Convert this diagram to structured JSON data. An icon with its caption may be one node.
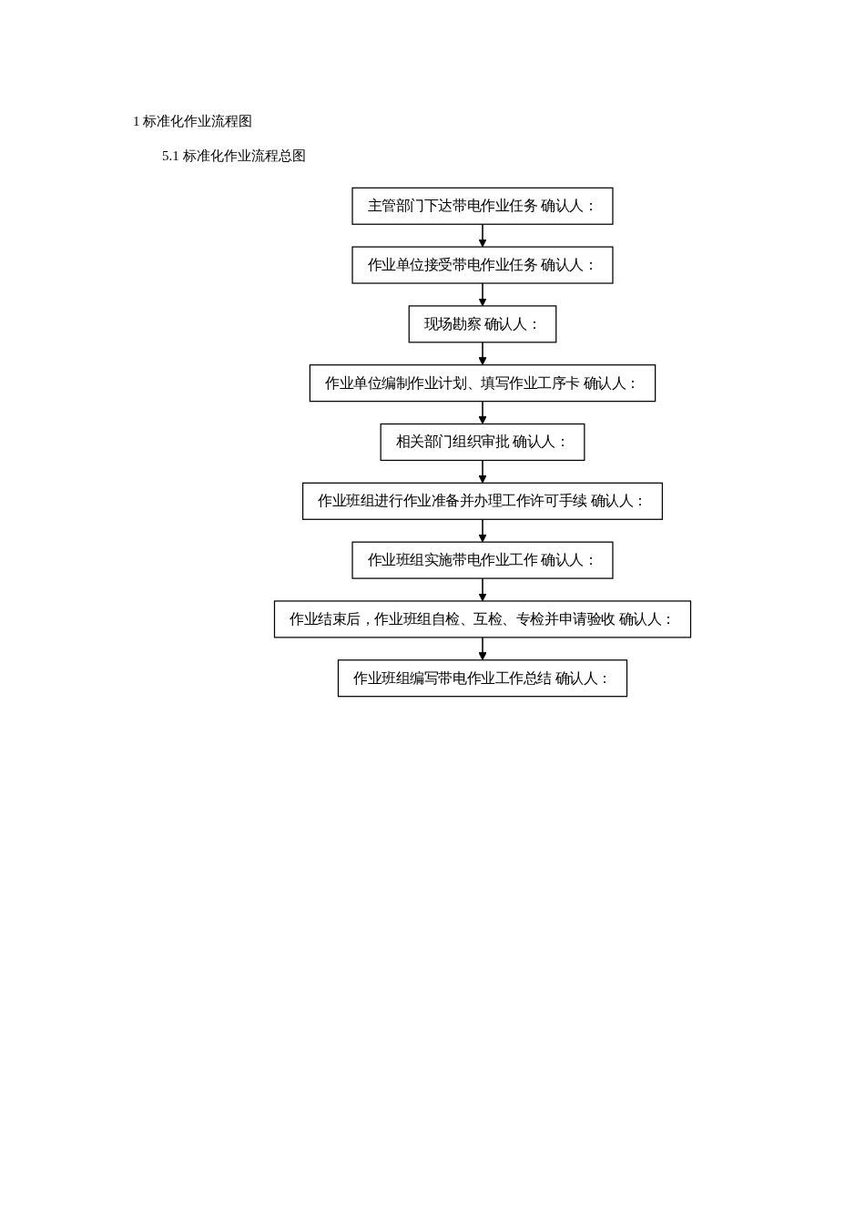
{
  "diagram": {
    "title": "1 标准化作业流程图",
    "nodes": [
      {
        "text": [
          "主管部门下达带电作业任务 确认人："
        ]
      },
      {
        "text": [
          "作业单位接受带电作业任务 确认人："
        ]
      },
      {
        "text": [
          "现场勘察 确认人："
        ]
      },
      {
        "text": [
          "作业单位编制作业计划、填写作业工序卡 确认人："
        ]
      },
      {
        "text": [
          "相关部门组织审批 确认人："
        ]
      },
      {
        "text": [
          "作业班组进行作业准备并办理工作许可手续 确认人："
        ]
      },
      {
        "text": [
          "作业班组实施带电作业工作 确认人："
        ]
      },
      {
        "text": [
          "作业结束后，作业班组自检、互检、专检并申请验收 确认人："
        ]
      },
      {
        "text": [
          "作业班组编写带电作业工作总结 确认人："
        ]
      }
    ],
    "edges": [
      {
        "from": 0,
        "to": 1,
        "arrow": "to"
      },
      {
        "from": 1,
        "to": 2,
        "arrow": "to"
      },
      {
        "from": 2,
        "to": 3,
        "arrow": "to"
      },
      {
        "from": 3,
        "to": 4,
        "arrow": "to"
      },
      {
        "from": 4,
        "to": 5,
        "arrow": "to"
      },
      {
        "from": 5,
        "to": 6,
        "arrow": "to"
      },
      {
        "from": 6,
        "to": 7,
        "arrow": "to"
      },
      {
        "from": 7,
        "to": 8,
        "arrow": "to"
      }
    ],
    "labels": [
      "5.1 标准化作业流程总图"
    ]
  }
}
